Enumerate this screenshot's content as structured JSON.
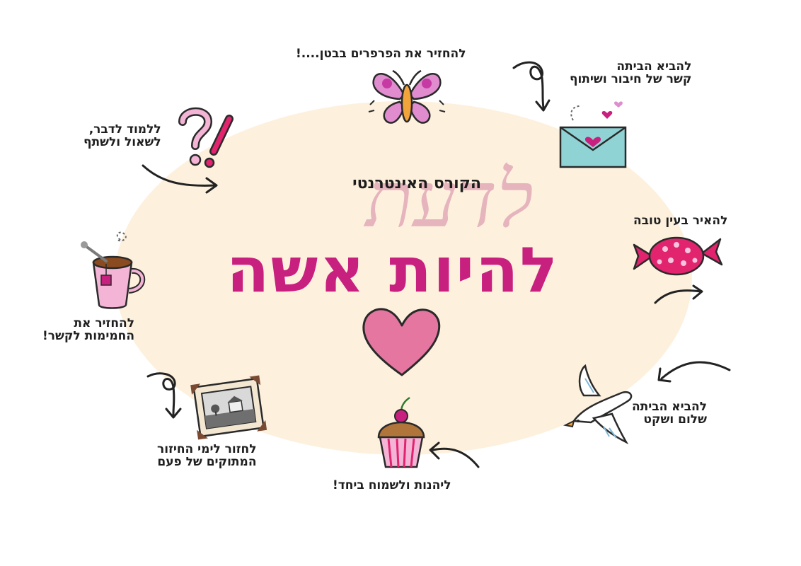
{
  "title": {
    "subtitle": "הקורס האינטרנטי",
    "script_word": "לדעת",
    "main": "להיות אשה"
  },
  "items": {
    "butterflies": "להחזיר את הפרפרים בבטן....!",
    "connection": [
      "להביא הביתה",
      "קשר של חיבור ושיתוף"
    ],
    "learn": [
      "ללמוד לדבר,",
      "לשאול ולשתף"
    ],
    "good_eye": "להאיר בעין טובה",
    "warmth": [
      "להחזיר את",
      "החמימות לקשר!"
    ],
    "peace": [
      "להביא הביתה",
      "שלום ושקט"
    ],
    "nostalgia": [
      "לחזור לימי החיזור",
      "המתוקים של פעם"
    ],
    "enjoy": "ליהנות ולשמוח ביחד!"
  },
  "icons": {
    "butterfly": "butterfly-icon",
    "envelope": "envelope-icon",
    "question": "question-exclamation-icon",
    "candy": "candy-icon",
    "tea": "tea-cup-icon",
    "dove": "dove-icon",
    "photo": "photo-frame-icon",
    "cupcake": "cupcake-icon",
    "heart": "heart-icon"
  },
  "colors": {
    "oval": "#fdf1de",
    "magenta": "#c8207f",
    "pink": "#e5769f",
    "script": "#dfa0b3",
    "teal": "#8fd3d4",
    "text": "#1f1f1f"
  }
}
